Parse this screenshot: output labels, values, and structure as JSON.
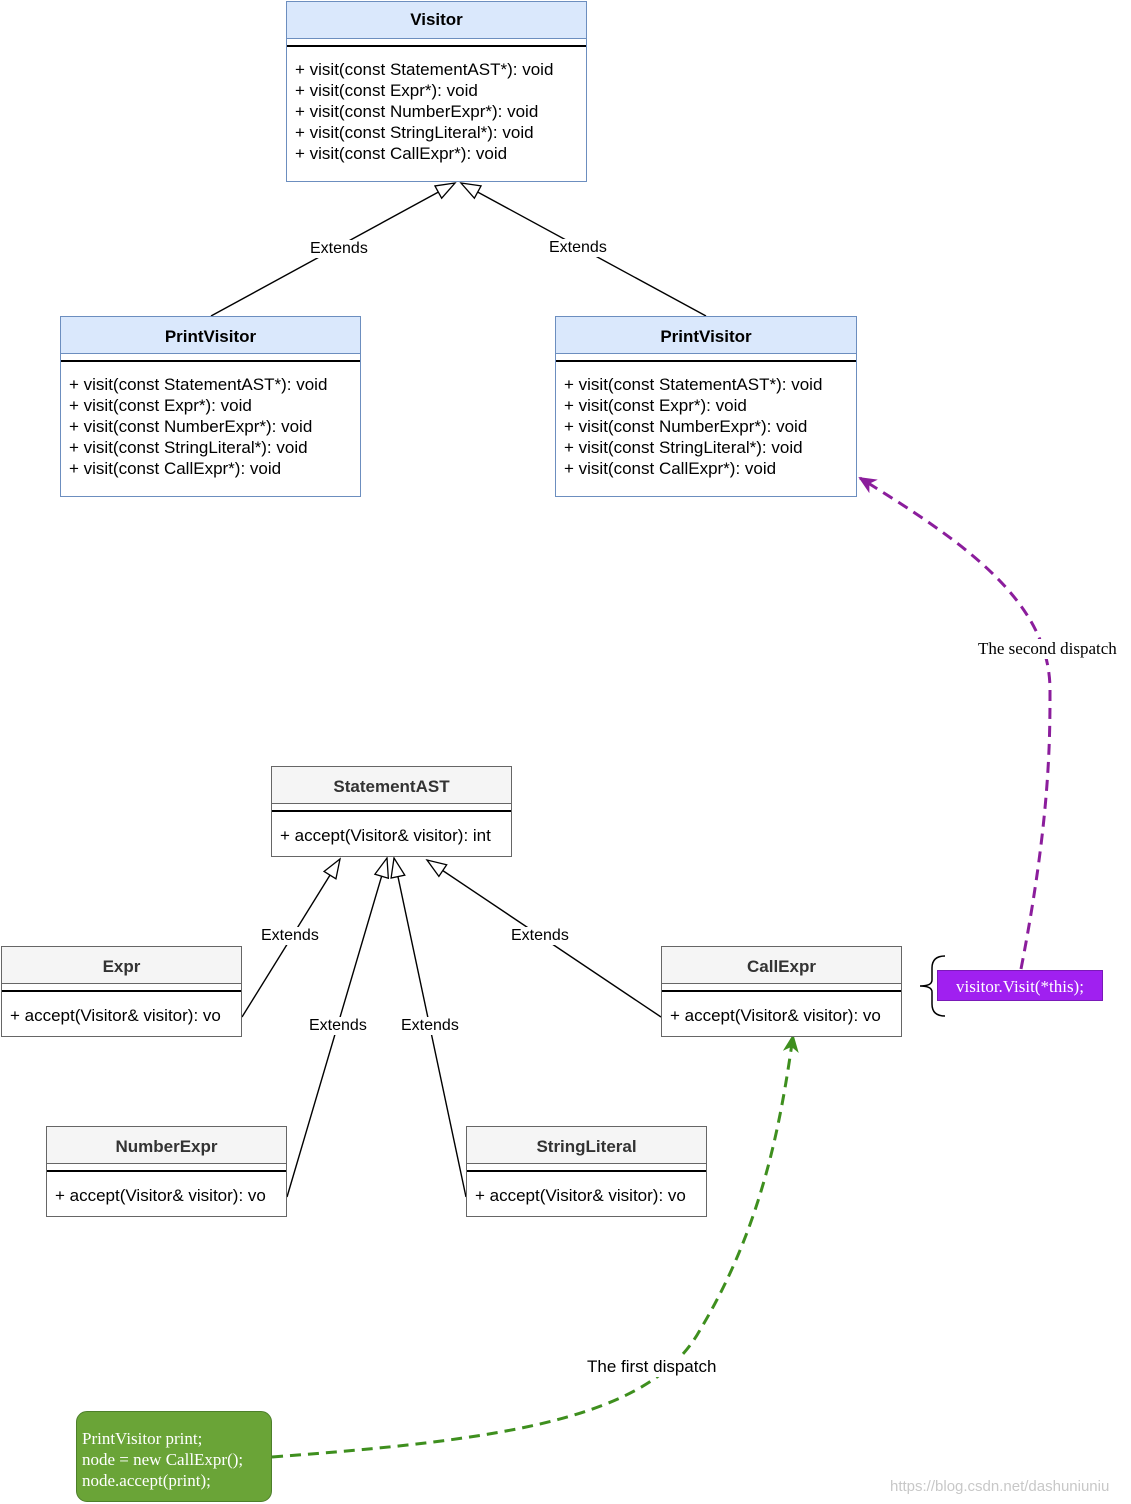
{
  "visitor": {
    "title": "Visitor",
    "methods": [
      "+ visit(const StatementAST*): void",
      "+ visit(const Expr*): void",
      "+ visit(const NumberExpr*): void",
      "+ visit(const StringLiteral*): void",
      "+ visit(const CallExpr*): void"
    ]
  },
  "print_visitor_left": {
    "title": "PrintVisitor",
    "methods": [
      "+ visit(const StatementAST*): void",
      "+ visit(const Expr*): void",
      "+ visit(const NumberExpr*): void",
      "+ visit(const StringLiteral*): void",
      "+ visit(const CallExpr*): void"
    ]
  },
  "print_visitor_right": {
    "title": "PrintVisitor",
    "methods": [
      "+ visit(const StatementAST*): void",
      "+ visit(const Expr*): void",
      "+ visit(const NumberExpr*): void",
      "+ visit(const StringLiteral*): void",
      "+ visit(const CallExpr*): void"
    ]
  },
  "statement_ast": {
    "title": "StatementAST",
    "method": "+ accept(Visitor& visitor): int"
  },
  "expr": {
    "title": "Expr",
    "method": "+ accept(Visitor& visitor): vo"
  },
  "call_expr": {
    "title": "CallExpr",
    "method": "+ accept(Visitor& visitor): vo"
  },
  "number_expr": {
    "title": "NumberExpr",
    "method": "+ accept(Visitor& visitor): vo"
  },
  "string_literal": {
    "title": "StringLiteral",
    "method": "+ accept(Visitor& visitor): vo"
  },
  "labels": {
    "extends": "Extends",
    "second_dispatch": "The second dispatch",
    "first_dispatch": "The first dispatch"
  },
  "visit_note": {
    "text": "visitor.Visit(*this);",
    "color": "#a020f0"
  },
  "code_note": {
    "lines": [
      "PrintVisitor print;",
      "node = new CallExpr();",
      "node.accept(print);"
    ],
    "color": "#6aa437"
  },
  "colors": {
    "second_arrow": "#8b1d9c",
    "first_arrow": "#3e8f1e",
    "class_border": "#6c8ebf",
    "class_header": "#dae8fc"
  },
  "watermark": "https://blog.csdn.net/dashuniuniu"
}
